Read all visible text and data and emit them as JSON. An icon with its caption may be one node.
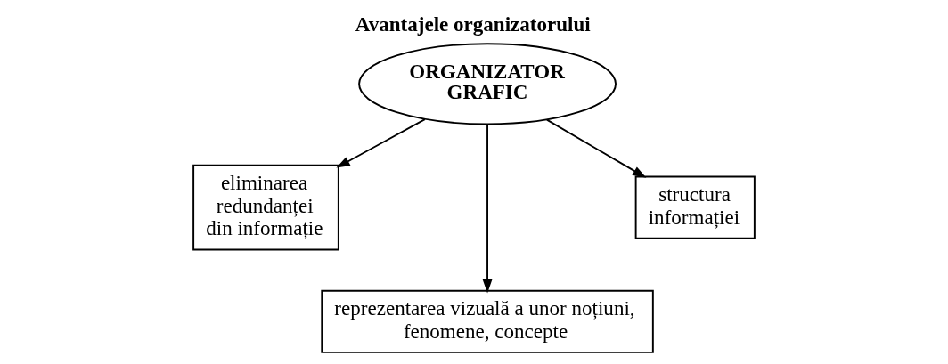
{
  "diagram": {
    "title": "Avantajele organizatorului",
    "nodes": [
      {
        "text": [
          "ORGANIZATOR GRAFIC"
        ]
      },
      {
        "text": [
          "eliminarea redundanței din informație"
        ]
      },
      {
        "text": [
          "structura informației"
        ]
      },
      {
        "text": [
          "reprezentarea vizuală a unor noțiuni, fenomene, concepte"
        ]
      }
    ],
    "edges": [
      {
        "from": 0,
        "to": 1,
        "arrow": "to"
      },
      {
        "from": 0,
        "to": 2,
        "arrow": "to"
      },
      {
        "from": 0,
        "to": 3,
        "arrow": "to"
      }
    ]
  }
}
